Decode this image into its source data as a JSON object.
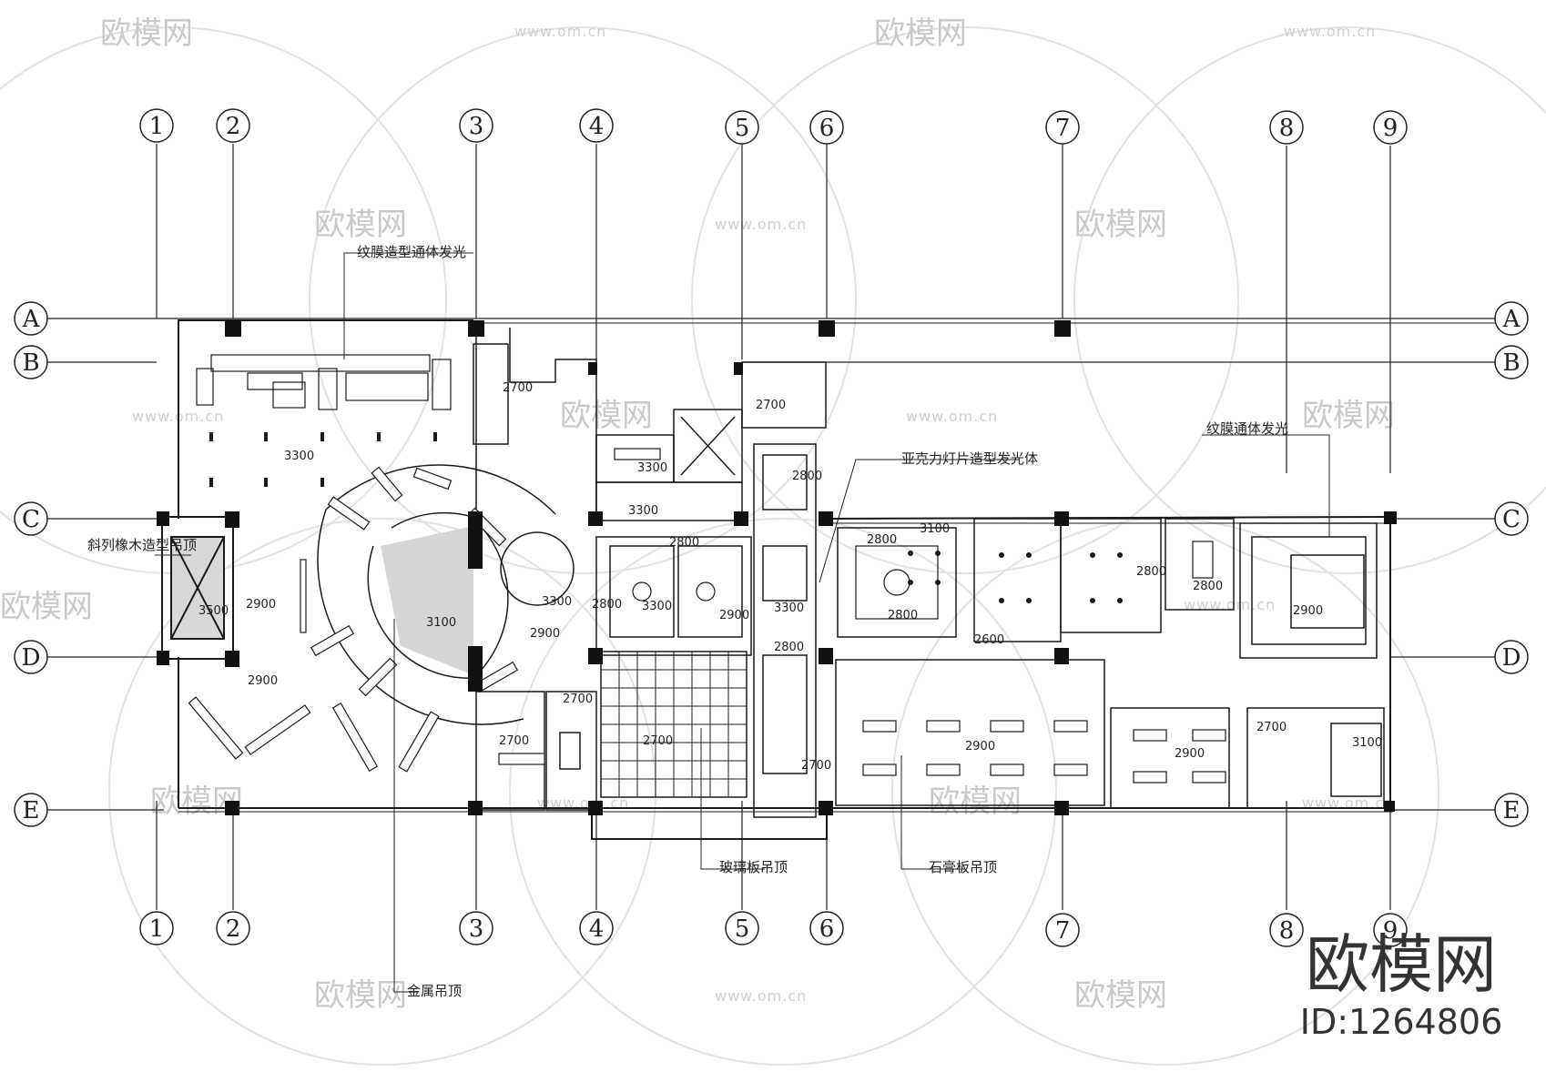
{
  "axes": {
    "columns": [
      "1",
      "2",
      "3",
      "4",
      "5",
      "6",
      "7",
      "8",
      "9"
    ],
    "rows": [
      "A",
      "B",
      "C",
      "D",
      "E"
    ]
  },
  "notes": {
    "top_left_strip": "纹膜造型通体发光",
    "right_room": "纹膜通体发光",
    "center_strip": "亚克力灯片造型发光体",
    "left_entry": "斜列橡木造型吊顶",
    "bottom_glass": "玻璃板吊顶",
    "bottom_stone": "石膏板吊顶",
    "bottom_metal": "金属吊顶"
  },
  "heights": [
    "2700",
    "3300",
    "3300",
    "2800",
    "3300",
    "2900",
    "3100",
    "2900",
    "3500",
    "2900",
    "2700",
    "2700",
    "2700",
    "3300",
    "2800",
    "3300",
    "2900",
    "2700",
    "2800",
    "3300",
    "2800",
    "2700",
    "2800",
    "3100",
    "2800",
    "2600",
    "2900",
    "2900",
    "2800",
    "2800",
    "2900",
    "3100",
    "2700"
  ],
  "watermark": {
    "brand": "欧模网",
    "url": "www.om.cn",
    "id": "ID:1264806"
  },
  "colors": {
    "line": "#1a1a1a",
    "fill_dark": "#111111",
    "hatch": "#9a9a9a",
    "watermark": "#cccccc"
  }
}
